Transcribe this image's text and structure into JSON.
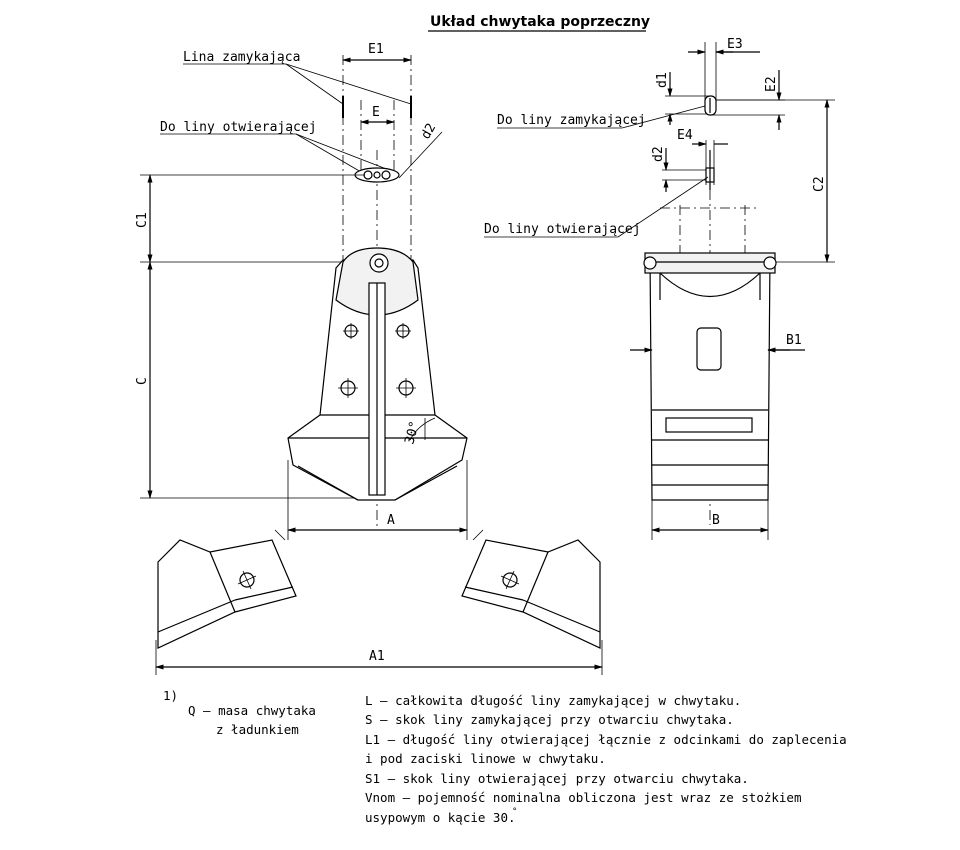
{
  "title": "Układ chwytaka poprzeczny",
  "callouts": {
    "lina_zamykajaca": "Lina zamykająca",
    "do_liny_otwierajacej_left": "Do liny otwierającej",
    "do_liny_zamykajacej": "Do liny zamykającej",
    "do_liny_otwierajacej_right": "Do liny otwierającej"
  },
  "dimensions": {
    "E1": "E1",
    "E": "E",
    "d2_left": "d2",
    "C1": "C1",
    "C": "C",
    "A": "A",
    "A1": "A1",
    "angle": "30°",
    "E3": "E3",
    "d1": "d1",
    "E2": "E2",
    "E4": "E4",
    "d2_right": "d2",
    "C2": "C2",
    "B1": "B1",
    "B": "B"
  },
  "notes": {
    "footnote_marker": "1)",
    "q_line1": "Q – masa chwytaka",
    "q_line2": "z ładunkiem",
    "lines": [
      "L – całkowita długość liny zamykającej w chwytaku.",
      "S – skok liny zamykającej przy otwarciu chwytaka.",
      "L1 – długość liny otwierającej łącznie z odcinkami do zaplecenia",
      "i pod zaciski linowe w chwytaku.",
      "S1 – skok liny otwierającej przy otwarciu chwytaka.",
      "Vnom – pojemność nominalna obliczona jest wraz ze stożkiem",
      "usypowym o kącie 30."
    ],
    "degree_mark": "°"
  }
}
